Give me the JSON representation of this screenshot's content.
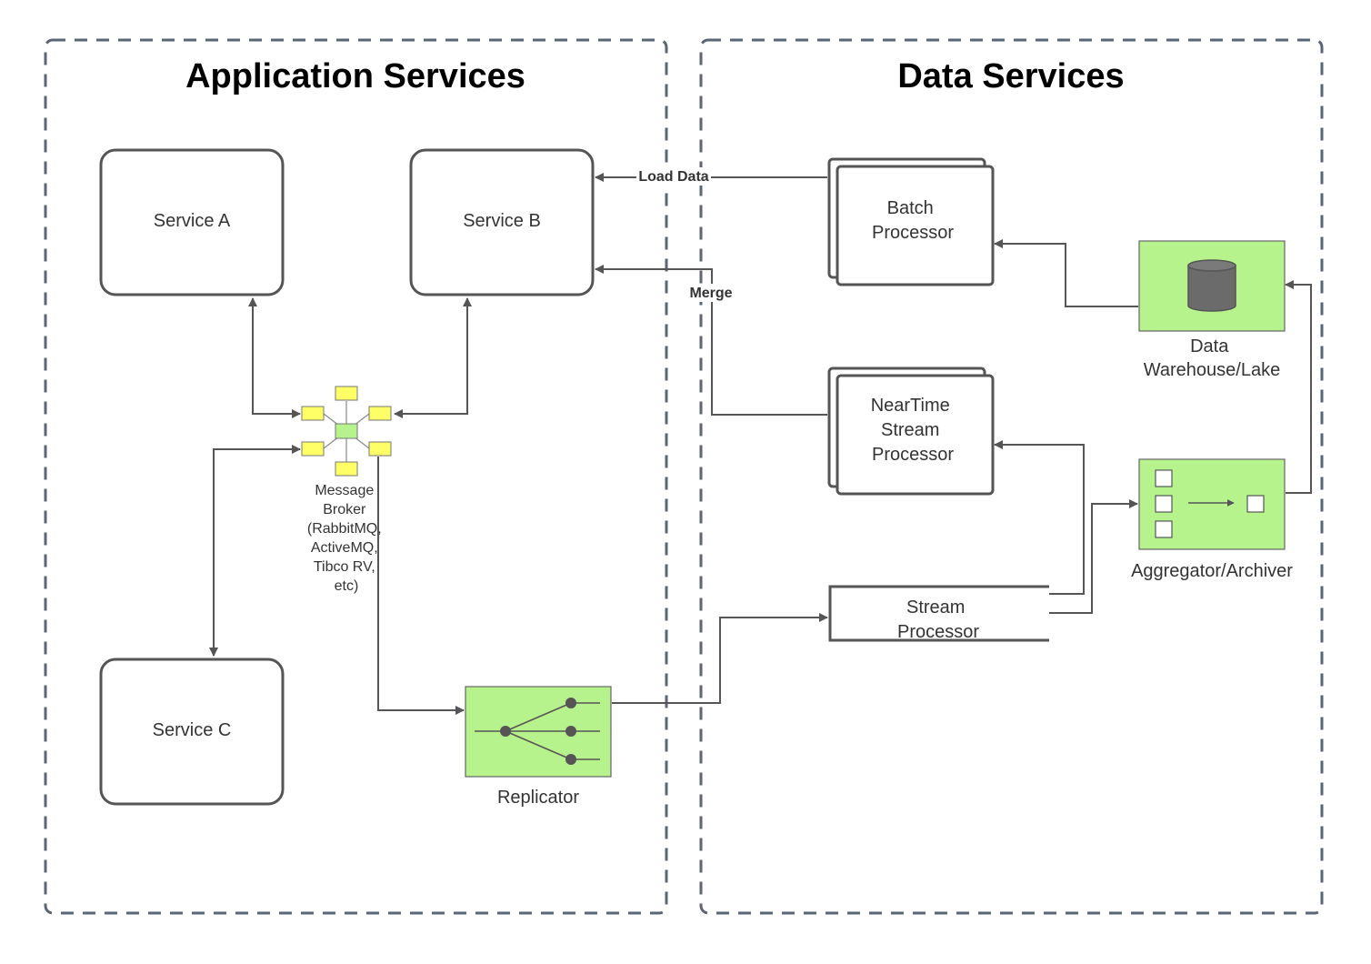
{
  "groups": {
    "application": "Application Services",
    "data": "Data Services"
  },
  "nodes": {
    "service_a": "Service A",
    "service_b": "Service B",
    "service_c": "Service C",
    "message_broker": [
      "Message",
      "Broker",
      "(RabbitMQ,",
      "ActiveMQ,",
      "Tibco RV,",
      "etc)"
    ],
    "replicator": "Replicator",
    "batch_processor": [
      "Batch",
      "Processor"
    ],
    "neartime_processor": [
      "NearTime",
      "Stream",
      "Processor"
    ],
    "stream_processor": [
      "Stream",
      "Processor"
    ],
    "data_warehouse": [
      "Data",
      "Warehouse/Lake"
    ],
    "aggregator": "Aggregator/Archiver"
  },
  "edges": {
    "load_data": "Load Data",
    "merge": "Merge"
  },
  "colors": {
    "green_fill": "#b6f38c",
    "yellow_fill": "#ffff66",
    "line": "#555555",
    "group_border": "#5a6575"
  },
  "icons": {
    "broker": "message-broker-star-icon",
    "replicator": "fan-out-icon",
    "warehouse": "database-cylinder-icon",
    "aggregator": "aggregator-queue-icon"
  }
}
